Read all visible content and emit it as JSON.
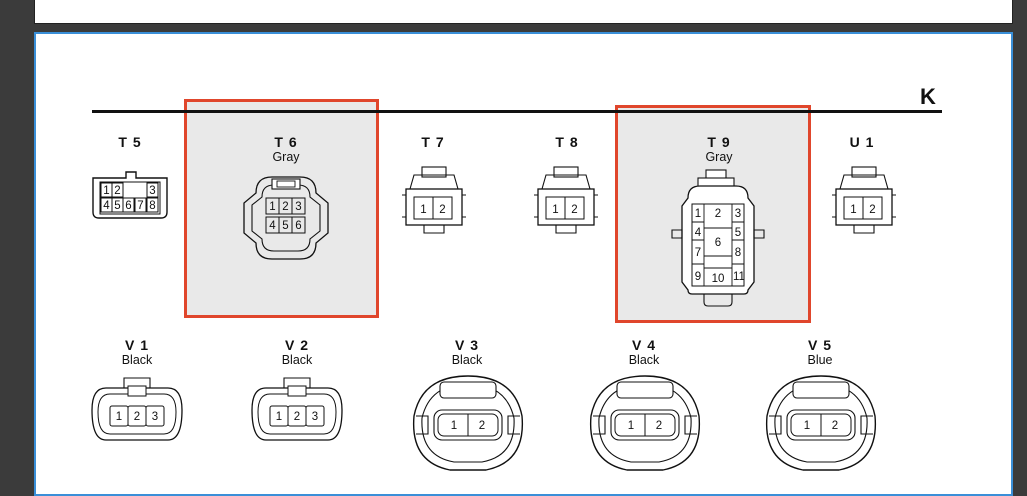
{
  "section_letter": "K",
  "connectors": [
    {
      "id": "T5",
      "code": "T 5",
      "color": "",
      "highlighted": false,
      "pins": [
        "1",
        "2",
        "3",
        "4",
        "5",
        "6",
        "7",
        "8"
      ]
    },
    {
      "id": "T6",
      "code": "T 6",
      "color": "Gray",
      "highlighted": true,
      "pins": [
        "1",
        "2",
        "3",
        "4",
        "5",
        "6"
      ]
    },
    {
      "id": "T7",
      "code": "T 7",
      "color": "",
      "highlighted": false,
      "pins": [
        "1",
        "2"
      ]
    },
    {
      "id": "T8",
      "code": "T 8",
      "color": "",
      "highlighted": false,
      "pins": [
        "1",
        "2"
      ]
    },
    {
      "id": "T9",
      "code": "T 9",
      "color": "Gray",
      "highlighted": true,
      "pins": [
        "1",
        "2",
        "3",
        "4",
        "5",
        "6",
        "7",
        "8",
        "9",
        "10",
        "11"
      ]
    },
    {
      "id": "U1",
      "code": "U 1",
      "color": "",
      "highlighted": false,
      "pins": [
        "1",
        "2"
      ]
    },
    {
      "id": "V1",
      "code": "V 1",
      "color": "Black",
      "highlighted": false,
      "pins": [
        "1",
        "2",
        "3"
      ]
    },
    {
      "id": "V2",
      "code": "V 2",
      "color": "Black",
      "highlighted": false,
      "pins": [
        "1",
        "2",
        "3"
      ]
    },
    {
      "id": "V3",
      "code": "V 3",
      "color": "Black",
      "highlighted": false,
      "pins": [
        "1",
        "2"
      ]
    },
    {
      "id": "V4",
      "code": "V 4",
      "color": "Black",
      "highlighted": false,
      "pins": [
        "1",
        "2"
      ]
    },
    {
      "id": "V5",
      "code": "V 5",
      "color": "Blue",
      "highlighted": false,
      "pins": [
        "1",
        "2"
      ]
    }
  ],
  "highlight_color": "#e0462c",
  "highlight_fill": "#e9e9e9",
  "page_border_color": "#3a8fd8"
}
